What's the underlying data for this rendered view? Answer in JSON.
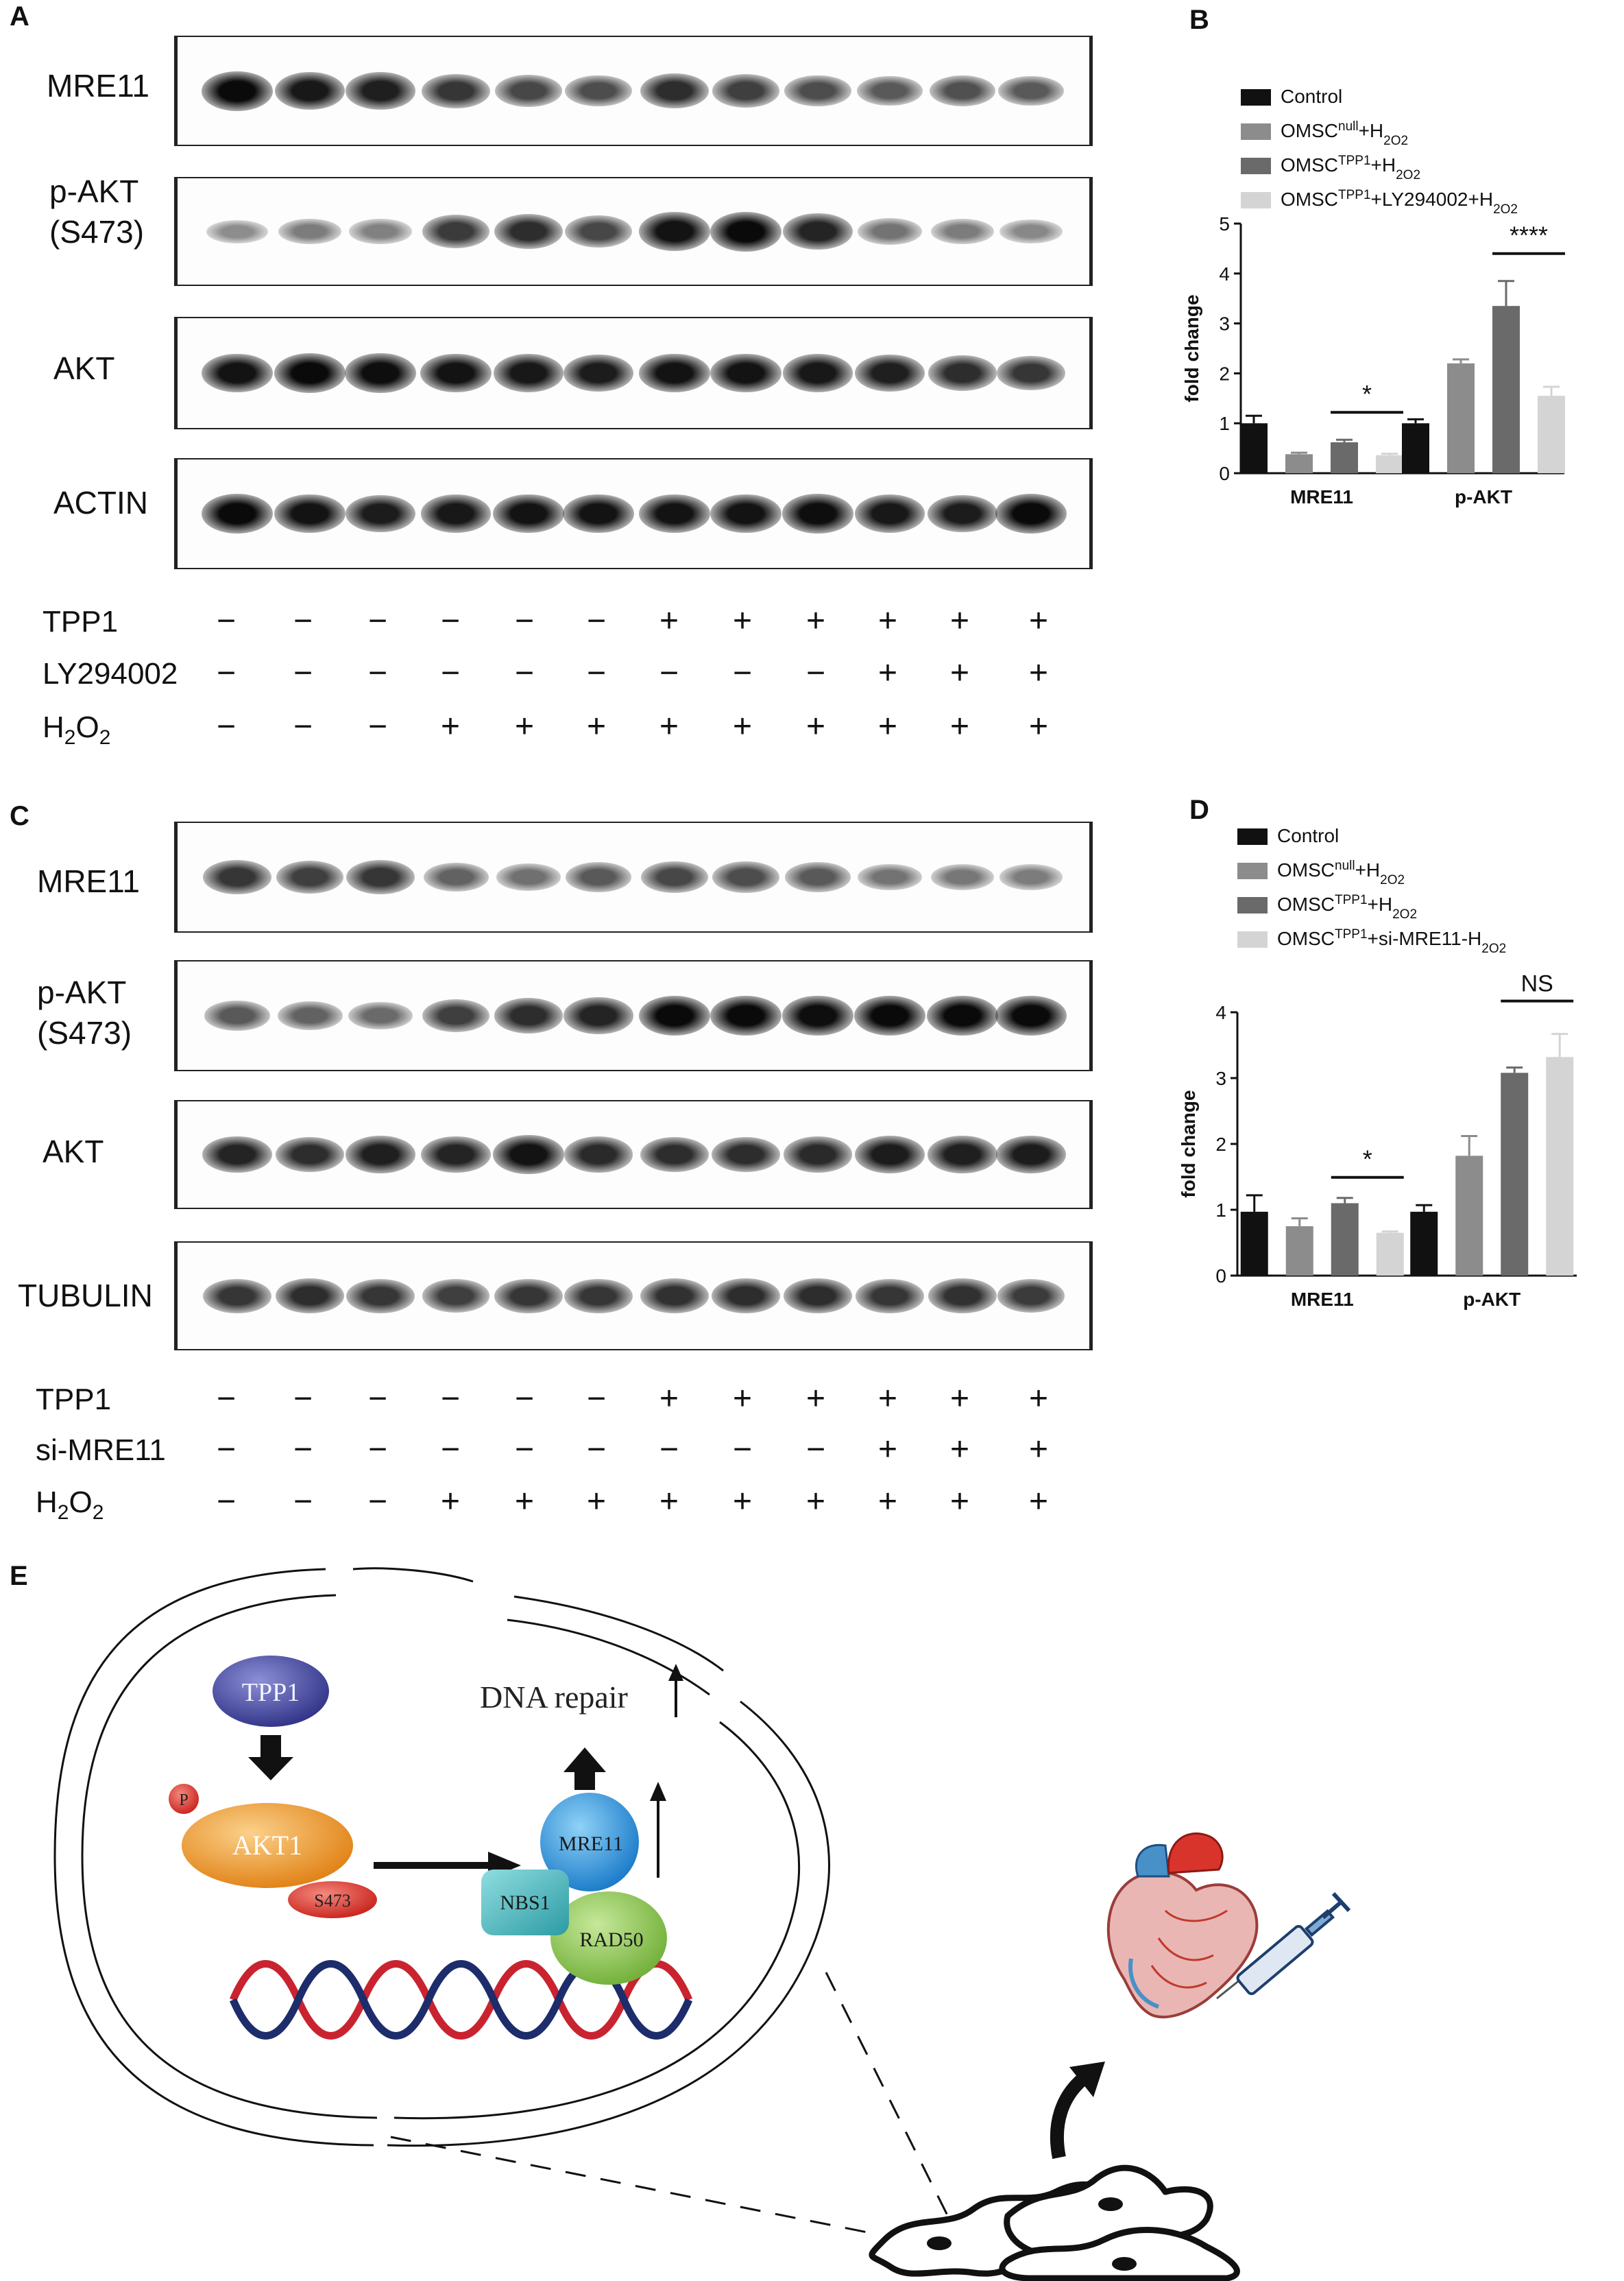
{
  "panels": {
    "A": {
      "letter": "A",
      "blot_labels": [
        {
          "line1": "MRE11",
          "line2": ""
        },
        {
          "line1": "p-AKT",
          "line2": "(S473)"
        },
        {
          "line1": "AKT",
          "line2": ""
        },
        {
          "line1": "ACTIN",
          "line2": ""
        }
      ],
      "conditions": [
        {
          "label": "TPP1",
          "signs": [
            "−",
            "−",
            "−",
            "−",
            "−",
            "−",
            "+",
            "+",
            "+",
            "+",
            "+",
            "+"
          ]
        },
        {
          "label": "LY294002",
          "signs": [
            "−",
            "−",
            "−",
            "−",
            "−",
            "−",
            "−",
            "−",
            "−",
            "+",
            "+",
            "+"
          ]
        },
        {
          "label": "H2O2",
          "signs": [
            "−",
            "−",
            "−",
            "+",
            "+",
            "+",
            "+",
            "+",
            "+",
            "+",
            "+",
            "+"
          ]
        }
      ]
    },
    "C": {
      "letter": "C",
      "blot_labels": [
        {
          "line1": "MRE11",
          "line2": ""
        },
        {
          "line1": "p-AKT",
          "line2": "(S473)"
        },
        {
          "line1": "AKT",
          "line2": ""
        },
        {
          "line1": "TUBULIN",
          "line2": ""
        }
      ],
      "conditions": [
        {
          "label": "TPP1",
          "signs": [
            "−",
            "−",
            "−",
            "−",
            "−",
            "−",
            "+",
            "+",
            "+",
            "+",
            "+",
            "+"
          ]
        },
        {
          "label": "si-MRE11",
          "signs": [
            "−",
            "−",
            "−",
            "−",
            "−",
            "−",
            "−",
            "−",
            "−",
            "+",
            "+",
            "+"
          ]
        },
        {
          "label": "H2O2",
          "signs": [
            "−",
            "−",
            "−",
            "+",
            "+",
            "+",
            "+",
            "+",
            "+",
            "+",
            "+",
            "+"
          ]
        }
      ]
    },
    "E": {
      "letter": "E",
      "nodes": {
        "tpp1": "TPP1",
        "akt1": "AKT1",
        "phospho": "P",
        "site": "S473",
        "mre11": "MRE11",
        "nbs1": "NBS1",
        "rad50": "RAD50",
        "outcome": "DNA repair"
      }
    }
  },
  "chart_data": [
    {
      "panel": "B",
      "type": "bar",
      "title": "",
      "xlabel": "",
      "ylabel": "fold change",
      "ylim": [
        0,
        5
      ],
      "yticks": [
        "0",
        "1",
        "2",
        "3",
        "4",
        "5"
      ],
      "categories": [
        "MRE11",
        "p-AKT"
      ],
      "legend_position": "top-left",
      "series": [
        {
          "name": "Control",
          "color": "#111111",
          "values": [
            1.0,
            1.0
          ],
          "errors": [
            0.15,
            0.08
          ]
        },
        {
          "name": "OMSC^null+H_2O_2",
          "color": "#8c8c8c",
          "values": [
            0.38,
            2.2
          ],
          "errors": [
            0.03,
            0.08
          ]
        },
        {
          "name": "OMSC^TPP1+H_2O_2",
          "color": "#6a6a6a",
          "values": [
            0.62,
            3.35
          ],
          "errors": [
            0.05,
            0.5
          ]
        },
        {
          "name": "OMSC^TPP1+LY294002+H_2O_2",
          "color": "#d4d4d4",
          "values": [
            0.36,
            1.55
          ],
          "errors": [
            0.03,
            0.18
          ]
        }
      ],
      "annotations": [
        {
          "category": "MRE11",
          "text": "*"
        },
        {
          "category": "p-AKT",
          "text": "****"
        }
      ]
    },
    {
      "panel": "D",
      "type": "bar",
      "title": "",
      "xlabel": "",
      "ylabel": "fold change",
      "ylim": [
        0,
        4
      ],
      "yticks": [
        "0",
        "1",
        "2",
        "3",
        "4"
      ],
      "categories": [
        "MRE11",
        "p-AKT"
      ],
      "legend_position": "top-left",
      "series": [
        {
          "name": "Control",
          "color": "#111111",
          "values": [
            0.97,
            0.97
          ],
          "errors": [
            0.25,
            0.1
          ]
        },
        {
          "name": "OMSC^null+H_2O_2",
          "color": "#8c8c8c",
          "values": [
            0.75,
            1.82
          ],
          "errors": [
            0.12,
            0.3
          ]
        },
        {
          "name": "OMSC^TPP1+H_2O_2",
          "color": "#6a6a6a",
          "values": [
            1.1,
            3.08
          ],
          "errors": [
            0.08,
            0.08
          ]
        },
        {
          "name": "OMSC^TPP1+si-MRE11-H_2O_2",
          "color": "#d4d4d4",
          "values": [
            0.65,
            3.32
          ],
          "errors": [
            0.02,
            0.35
          ]
        }
      ],
      "annotations": [
        {
          "category": "MRE11",
          "text": "*"
        },
        {
          "category": "p-AKT",
          "text": "NS"
        }
      ]
    }
  ],
  "blot_intensities": {
    "A": [
      [
        1.0,
        0.92,
        0.88,
        0.75,
        0.65,
        0.62,
        0.8,
        0.7,
        0.62,
        0.55,
        0.6,
        0.55
      ],
      [
        0.25,
        0.35,
        0.32,
        0.72,
        0.8,
        0.65,
        0.95,
        1.0,
        0.85,
        0.4,
        0.35,
        0.28
      ],
      [
        0.95,
        1.0,
        0.98,
        0.95,
        0.92,
        0.9,
        0.95,
        0.95,
        0.92,
        0.88,
        0.8,
        0.75
      ],
      [
        1.0,
        0.95,
        0.9,
        0.92,
        0.95,
        0.95,
        0.95,
        0.95,
        0.98,
        0.92,
        0.9,
        1.0
      ]
    ],
    "C": [
      [
        0.75,
        0.7,
        0.75,
        0.5,
        0.42,
        0.55,
        0.65,
        0.62,
        0.55,
        0.4,
        0.38,
        0.35
      ],
      [
        0.55,
        0.5,
        0.45,
        0.7,
        0.8,
        0.85,
        1.0,
        1.0,
        0.98,
        1.0,
        1.0,
        1.0
      ],
      [
        0.85,
        0.8,
        0.88,
        0.85,
        0.95,
        0.82,
        0.8,
        0.8,
        0.82,
        0.9,
        0.88,
        0.9
      ],
      [
        0.75,
        0.8,
        0.75,
        0.7,
        0.75,
        0.75,
        0.78,
        0.8,
        0.8,
        0.75,
        0.78,
        0.72
      ]
    ]
  }
}
